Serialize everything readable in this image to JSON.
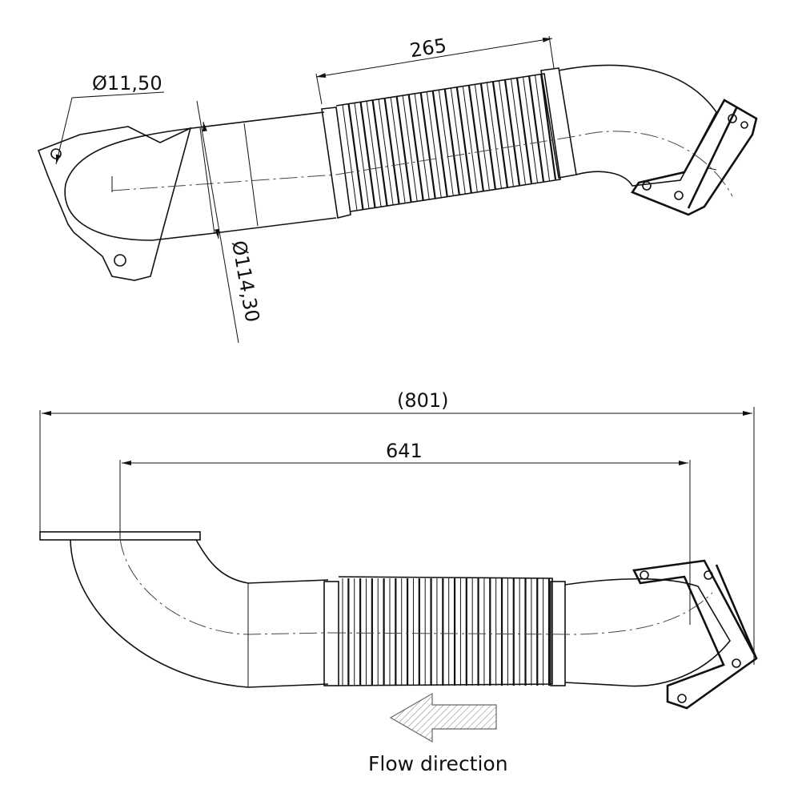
{
  "dimensions": {
    "bolt_hole": "Ø11,50",
    "pipe_diameter": "Ø114,30",
    "bellows_length": "265",
    "overall_length": "(801)",
    "center_length": "641"
  },
  "flow": {
    "label": "Flow direction"
  }
}
